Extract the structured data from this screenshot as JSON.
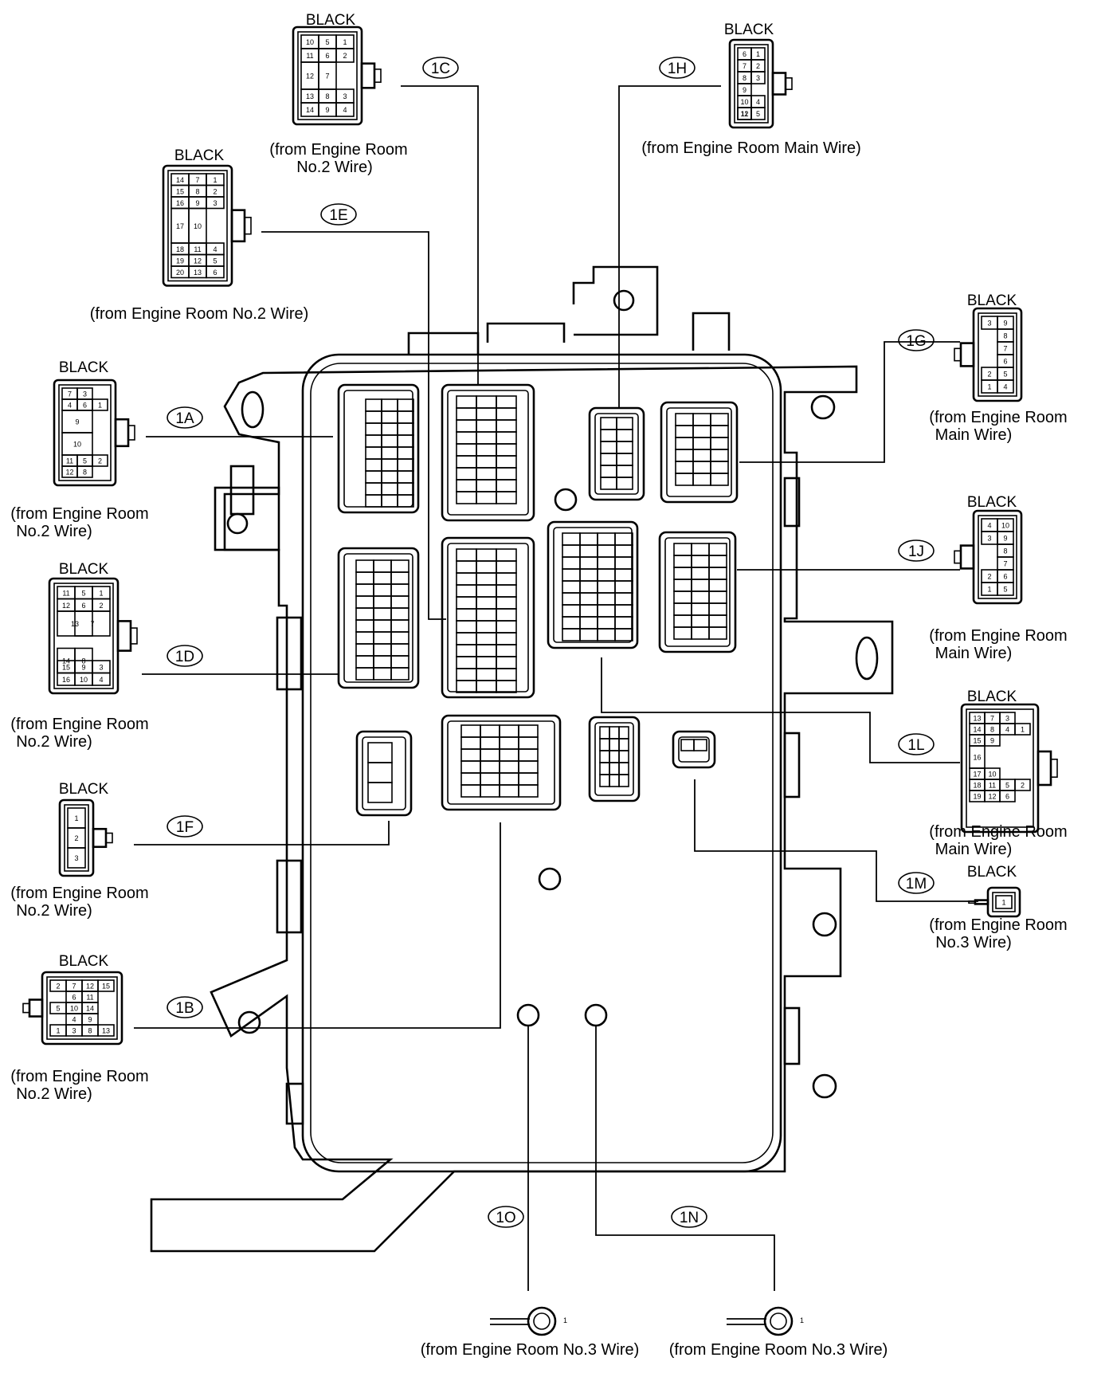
{
  "colors": {
    "ink": "#000000",
    "paper": "#ffffff"
  },
  "connectors": [
    {
      "id": "1A",
      "color": "BLACK",
      "source": [
        "(from Engine Room",
        "No.2 Wire)"
      ],
      "pins": [
        "7",
        "3",
        "6",
        "4",
        "1",
        "9",
        "10",
        "11",
        "5",
        "2",
        "12",
        "8"
      ]
    },
    {
      "id": "1B",
      "color": "BLACK",
      "source": [
        "(from Engine Room",
        "No.2 Wire)"
      ],
      "pins": [
        "2",
        "7",
        "12",
        "15",
        "6",
        "11",
        "5",
        "10",
        "14",
        "4",
        "9",
        "1",
        "3",
        "8",
        "13"
      ]
    },
    {
      "id": "1C",
      "color": "BLACK",
      "source": [
        "(from Engine Room",
        "No.2 Wire)"
      ],
      "pins": [
        "10",
        "5",
        "1",
        "11",
        "6",
        "2",
        "12",
        "7",
        "13",
        "8",
        "3",
        "14",
        "9",
        "4"
      ]
    },
    {
      "id": "1D",
      "color": "BLACK",
      "source": [
        "(from Engine Room",
        "No.2 Wire)"
      ],
      "pins": [
        "11",
        "5",
        "1",
        "12",
        "6",
        "2",
        "13",
        "7",
        "14",
        "8",
        "15",
        "9",
        "3",
        "16",
        "10",
        "4"
      ]
    },
    {
      "id": "1E",
      "color": "BLACK",
      "source": [
        "(from Engine Room No.2 Wire)"
      ],
      "pins": [
        "14",
        "7",
        "1",
        "15",
        "8",
        "2",
        "16",
        "9",
        "3",
        "17",
        "10",
        "18",
        "11",
        "4",
        "19",
        "12",
        "5",
        "20",
        "13",
        "6"
      ]
    },
    {
      "id": "1F",
      "color": "BLACK",
      "source": [
        "(from Engine Room",
        "No.2 Wire)"
      ],
      "pins": [
        "1",
        "2",
        "3"
      ]
    },
    {
      "id": "1G",
      "color": "BLACK",
      "source": [
        "(from Engine Room",
        "Main Wire)"
      ],
      "pins": [
        "3",
        "9",
        "8",
        "7",
        "6",
        "2",
        "5",
        "1",
        "4"
      ]
    },
    {
      "id": "1H",
      "color": "BLACK",
      "source": [
        "(from Engine Room Main Wire)"
      ],
      "pins": [
        "6",
        "1",
        "7",
        "2",
        "8",
        "3",
        "9",
        "10",
        "11",
        "4",
        "12",
        "5"
      ]
    },
    {
      "id": "1J",
      "color": "BLACK",
      "source": [
        "(from Engine Room",
        "Main Wire)"
      ],
      "pins": [
        "4",
        "10",
        "3",
        "9",
        "8",
        "7",
        "2",
        "6",
        "1",
        "5"
      ]
    },
    {
      "id": "1L",
      "color": "BLACK",
      "source": [
        "(from Engine Room",
        "Main Wire)"
      ],
      "pins": [
        "13",
        "7",
        "3",
        "14",
        "8",
        "4",
        "1",
        "15",
        "9",
        "16",
        "17",
        "10",
        "18",
        "11",
        "5",
        "2",
        "19",
        "12",
        "6"
      ]
    },
    {
      "id": "1M",
      "color": "BLACK",
      "source": [
        "(from Engine Room",
        "No.3 Wire)"
      ],
      "pins": [
        "1"
      ]
    },
    {
      "id": "1N",
      "color": "",
      "source": [
        "(from Engine Room No.3 Wire)"
      ],
      "pins": [
        "1"
      ]
    },
    {
      "id": "1O",
      "color": "",
      "source": [
        "(from Engine Room No.3 Wire)"
      ],
      "pins": [
        "1"
      ]
    }
  ]
}
